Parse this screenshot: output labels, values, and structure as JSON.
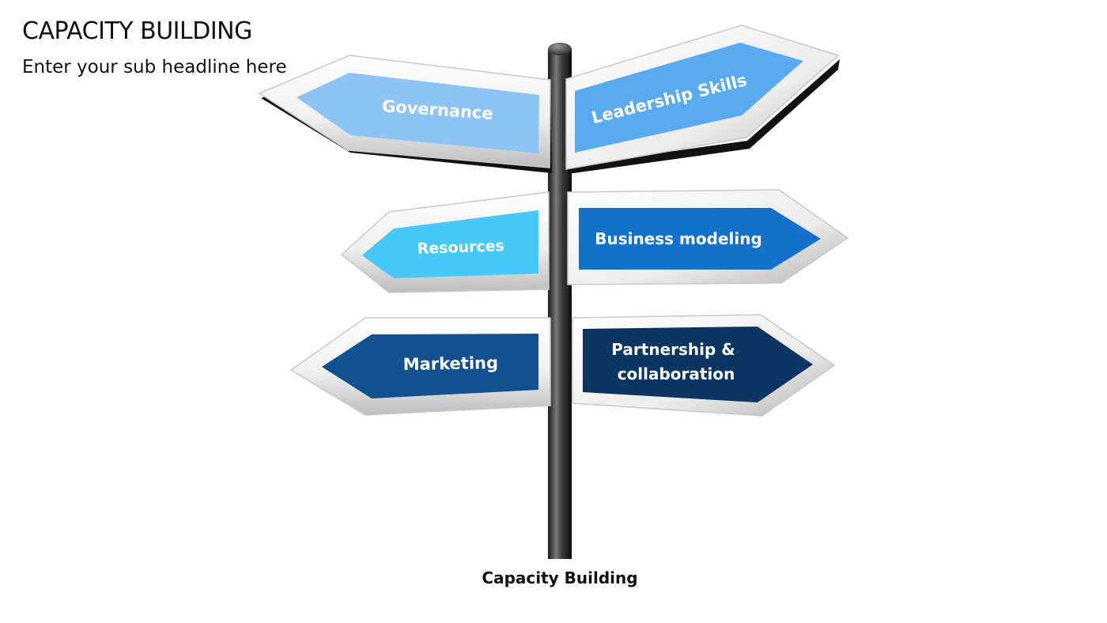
{
  "slide": {
    "title": "CAPACITY BUILDING",
    "subtitle": "Enter your sub headline here"
  },
  "signpost": {
    "caption": "Capacity Building",
    "signs": [
      {
        "label_lines": [
          "Governance"
        ],
        "color": "#8ec4f5"
      },
      {
        "label_lines": [
          "Leadership Skills"
        ],
        "color": "#5aaaf0"
      },
      {
        "label_lines": [
          "Resources"
        ],
        "color": "#47c8f7"
      },
      {
        "label_lines": [
          "Business modeling"
        ],
        "color": "#1470c8"
      },
      {
        "label_lines": [
          "Marketing"
        ],
        "color": "#13508f"
      },
      {
        "label_lines": [
          "Partnership &",
          "collaboration"
        ],
        "color": "#0c3561"
      }
    ]
  }
}
